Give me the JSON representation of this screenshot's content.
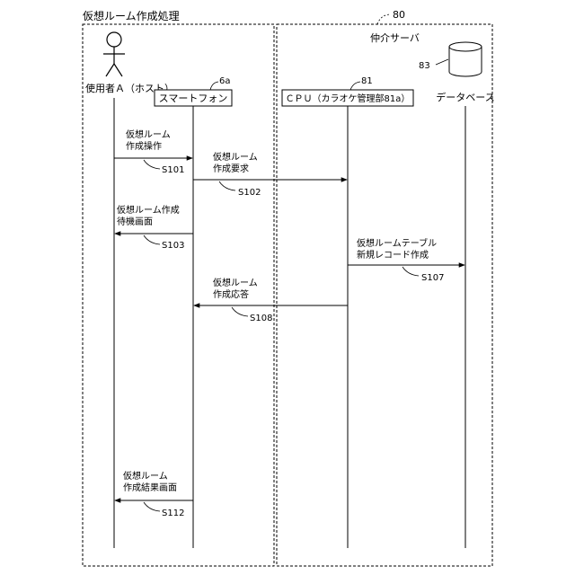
{
  "title": "仮想ルーム作成処理",
  "server": {
    "ref": "80",
    "label": "仲介サーバ"
  },
  "actors": {
    "user": {
      "label": "使用者Ａ（ホスト）"
    },
    "phone": {
      "label": "スマートフォン",
      "ref": "6a"
    },
    "cpu": {
      "label": "ＣＰＵ（カラオケ管理部81a）",
      "ref": "81"
    },
    "db": {
      "label": "データベース",
      "ref": "83"
    }
  },
  "messages": [
    {
      "id": "m1",
      "lines": [
        "仮想ルーム",
        "作成操作"
      ],
      "step": "S101"
    },
    {
      "id": "m2",
      "lines": [
        "仮想ルーム",
        "作成要求"
      ],
      "step": "S102"
    },
    {
      "id": "m3",
      "lines": [
        "仮想ルーム作成",
        "待機画面"
      ],
      "step": "S103"
    },
    {
      "id": "m4",
      "lines": [
        "仮想ルームテーブル",
        "新規レコード作成"
      ],
      "step": "S107"
    },
    {
      "id": "m5",
      "lines": [
        "仮想ルーム",
        "作成応答"
      ],
      "step": "S108"
    },
    {
      "id": "m6",
      "lines": [
        "仮想ルーム",
        "作成結果画面"
      ],
      "step": "S112"
    }
  ]
}
